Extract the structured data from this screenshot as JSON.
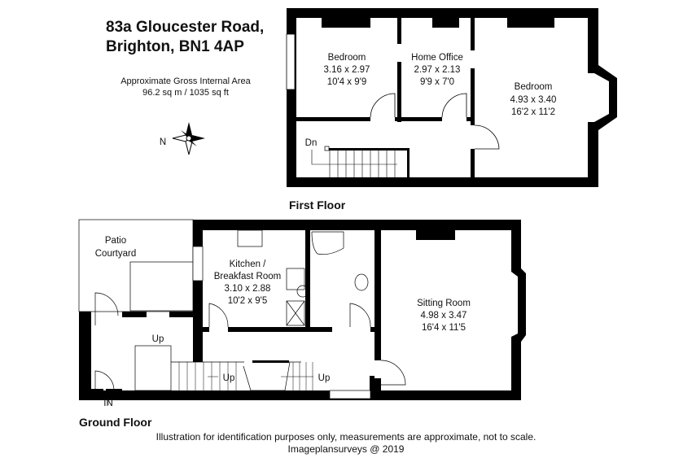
{
  "header": {
    "address_line1": "83a Gloucester Road,",
    "address_line2": "Brighton, BN1 4AP",
    "area_label": "Approximate Gross Internal Area",
    "area_value": "96.2 sq m / 1035 sq ft"
  },
  "compass": {
    "label": "N"
  },
  "first_floor": {
    "label": "First Floor",
    "stairs_label": "Dn",
    "rooms": [
      {
        "name": "Bedroom",
        "metric": "3.16 x 2.97",
        "imperial": "10'4 x 9'9"
      },
      {
        "name": "Home Office",
        "metric": "2.97 x 2.13",
        "imperial": "9'9 x 7'0"
      },
      {
        "name": "Bedroom",
        "metric": "4.93 x 3.40",
        "imperial": "16'2 x 11'2"
      }
    ]
  },
  "ground_floor": {
    "label": "Ground Floor",
    "entrance_label": "IN",
    "stairs_label": "Up",
    "outdoor": {
      "name_line1": "Patio",
      "name_line2": "Courtyard"
    },
    "rooms": [
      {
        "name_line1": "Kitchen /",
        "name_line2": "Breakfast Room",
        "metric": "3.10 x 2.88",
        "imperial": "10'2 x 9'5"
      },
      {
        "name": "Sitting Room",
        "metric": "4.98 x 3.47",
        "imperial": "16'4 x 11'5"
      }
    ]
  },
  "footer": {
    "disclaimer": "Illustration for identification purposes only, measurements are approximate, not to scale.",
    "credit": "Imageplansurveys @ 2019"
  }
}
